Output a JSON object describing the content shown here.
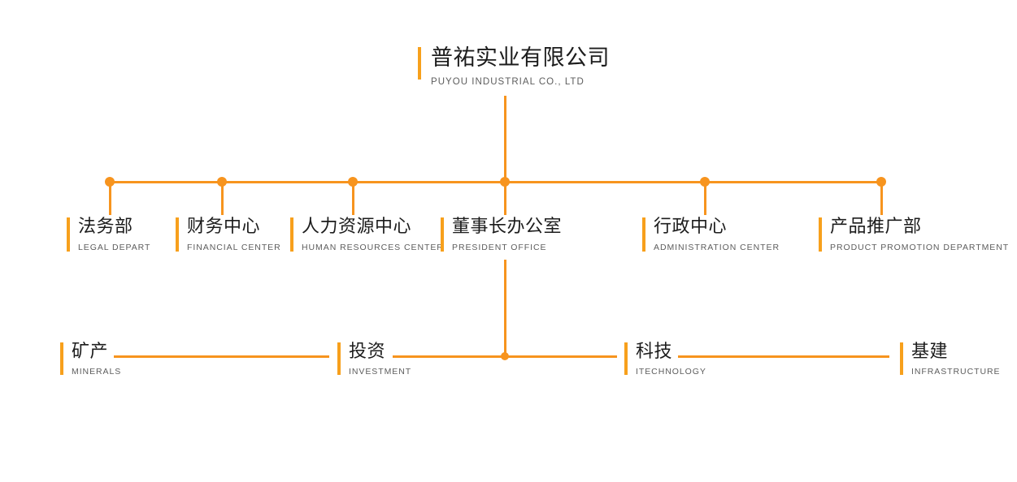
{
  "theme": {
    "accent": "#F7941E",
    "accent_bar": "#F7A01C",
    "cn_text": "#1c1c1c",
    "en_text": "#5d5d5d",
    "background": "#ffffff"
  },
  "root": {
    "cn": "普祐实业有限公司",
    "en": "PUYOU INDUSTRIAL CO., LTD"
  },
  "departments": [
    {
      "cn": "法务部",
      "en": "LEGAL DEPART"
    },
    {
      "cn": "财务中心",
      "en": "FINANCIAL CENTER"
    },
    {
      "cn": "人力资源中心",
      "en": "HUMAN RESOURCES CENTER"
    },
    {
      "cn": "董事长办公室",
      "en": "PRESIDENT OFFICE"
    },
    {
      "cn": "行政中心",
      "en": "ADMINISTRATION CENTER"
    },
    {
      "cn": "产品推广部",
      "en": "PRODUCT PROMOTION DEPARTMENT"
    }
  ],
  "business_units": [
    {
      "cn": "矿产",
      "en": "MINERALS"
    },
    {
      "cn": "投资",
      "en": "INVESTMENT"
    },
    {
      "cn": "科技",
      "en": "ITECHNOLOGY"
    },
    {
      "cn": "基建",
      "en": "INFRASTRUCTURE"
    }
  ]
}
